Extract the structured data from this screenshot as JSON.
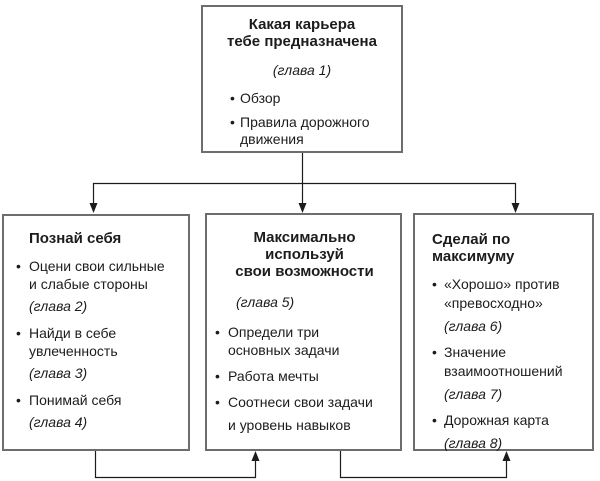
{
  "bullet_char": "•",
  "colors": {
    "background": "#ffffff",
    "box_border": "#6d6d6d",
    "connector": "#1c1c1c",
    "text": "#1c1c1c"
  },
  "diagram": {
    "top": {
      "title_lines": [
        "Какая карьера",
        "тебе предназначена"
      ],
      "chapter": "(глава 1)",
      "bullets": [
        {
          "lines": [
            "Обзор"
          ]
        },
        {
          "lines": [
            "Правила дорожного",
            "движения"
          ]
        }
      ]
    },
    "left": {
      "title": "Познай себя",
      "bullets": [
        {
          "lines": [
            "Оцени свои сильные",
            "и слабые стороны"
          ],
          "chapter": "(глава 2)"
        },
        {
          "lines": [
            "Найди в себе",
            "увлеченность"
          ],
          "chapter": "(глава 3)"
        },
        {
          "lines": [
            "Понимай себя"
          ],
          "chapter": "(глава 4)"
        }
      ]
    },
    "middle": {
      "title_lines": [
        "Максимально используй",
        "свои возможности"
      ],
      "chapter": "(глава 5)",
      "bullets": [
        {
          "lines": [
            "Определи три",
            "основных задачи"
          ]
        },
        {
          "lines": [
            "Работа мечты"
          ]
        },
        {
          "lines": [
            "Соотнеси свои задачи",
            "и уровень навыков"
          ]
        }
      ]
    },
    "right": {
      "title": "Сделай по максимуму",
      "bullets": [
        {
          "lines": [
            "«Хорошо» против",
            "«превосходно»"
          ],
          "chapter": "(глава 6)"
        },
        {
          "lines": [
            "Значение",
            "взаимоотношений"
          ],
          "chapter": "(глава 7)"
        },
        {
          "lines": [
            "Дорожная карта"
          ],
          "chapter": "(глава 8)"
        }
      ]
    }
  }
}
